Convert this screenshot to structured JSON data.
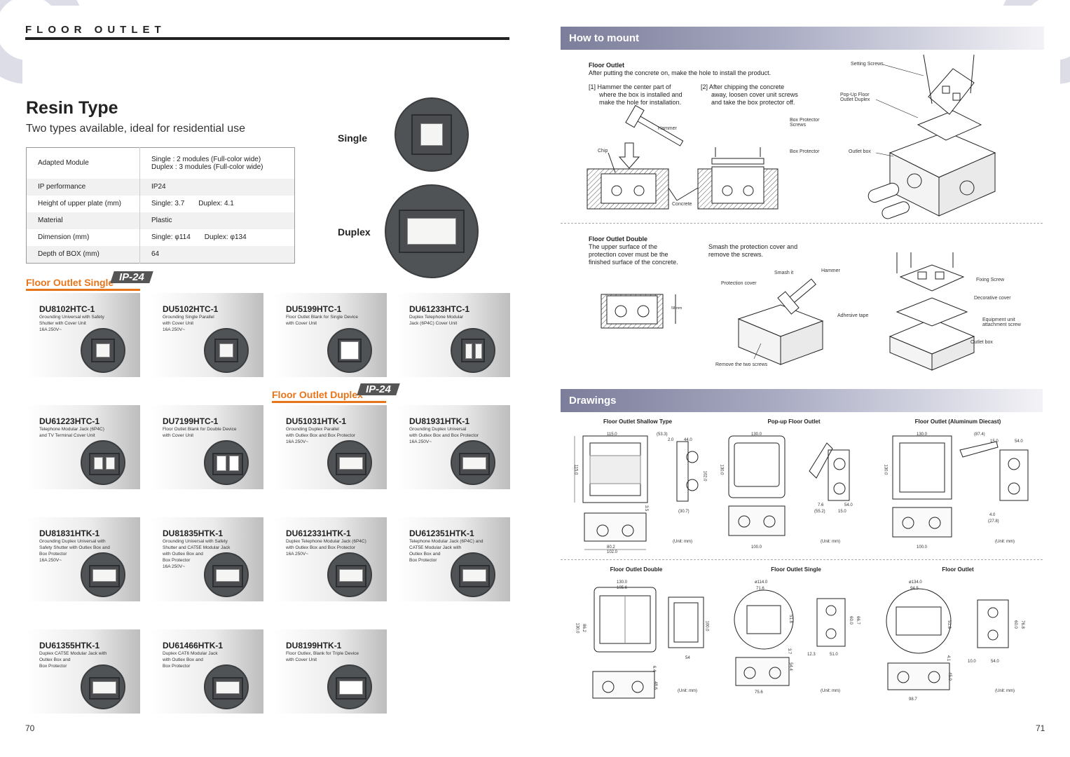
{
  "header": {
    "title": "FLOOR OUTLET"
  },
  "left": {
    "heading": "Resin Type",
    "subheading": "Two types available, ideal for residential use",
    "spec_table": [
      {
        "label": "Adapted Module",
        "value": "Single : 2 modules (Full-color wide)",
        "value2": "Duplex : 3 modules (Full-color wide)"
      },
      {
        "label": "IP performance",
        "value": "IP24",
        "value2": ""
      },
      {
        "label": "Height of upper plate (mm)",
        "value": "Single: 3.7",
        "value2": "Duplex: 4.1"
      },
      {
        "label": "Material",
        "value": "Plastic",
        "value2": ""
      },
      {
        "label": "Dimension (mm)",
        "value": "Single: φ114",
        "value2": "Duplex: φ134"
      },
      {
        "label": "Depth of BOX (mm)",
        "value": "64",
        "value2": ""
      }
    ],
    "hero": {
      "single_label": "Single",
      "duplex_label": "Duplex"
    },
    "section_single": {
      "label": "Floor Outlet Single",
      "badge": "IP-24"
    },
    "section_duplex": {
      "label": "Floor Outlet Duplex",
      "badge": "IP-24"
    },
    "products": [
      {
        "code": "DU8102HTC-1",
        "desc": "Grounding Universal with Safety\nShutter with Cover Unit\n16A 250V~"
      },
      {
        "code": "DU5102HTC-1",
        "desc": "Grounding Single Parallel\nwith Cover Unit\n16A 250V~"
      },
      {
        "code": "DU5199HTC-1",
        "desc": "Floor Outlet Blank for Single Device\nwith Cover Unit"
      },
      {
        "code": "DU61233HTC-1",
        "desc": "Duplex Telephone Modular\nJack (6P4C) Cover Unit"
      },
      {
        "code": "DU61223HTC-1",
        "desc": "Telephone Modular Jack (6P4C)\nand TV Terminal Cover Unit"
      },
      {
        "code": "DU7199HTC-1",
        "desc": "Floor Outlet Blank for Double Device\nwith Cover Unit"
      },
      {
        "code": "DU51031HTK-1",
        "desc": "Grounding Duplex Parallel\nwith Outlex Box and Box Protector\n16A 250V~"
      },
      {
        "code": "DU81931HTK-1",
        "desc": "Grounding Duplex Universal\nwith Outlex Box and Box Protector\n16A 250V~"
      },
      {
        "code": "DU81831HTK-1",
        "desc": "Grounding Duplex Universal with\nSafety Shutter with Outlex Box and\nBox Protector\n16A 250V~"
      },
      {
        "code": "DU81835HTK-1",
        "desc": "Grounding Universal with Safety\nShutter and CAT5E Modular Jack\nwith Outlex Box and\nBox Protector\n16A 250V~"
      },
      {
        "code": "DU612331HTK-1",
        "desc": "Duplex Telephone Modular Jack (6P4C)\nwith Outlex Box and Box Protector\n16A 250V~"
      },
      {
        "code": "DU612351HTK-1",
        "desc": "Telephone Modular Jack (6P4C) and\nCAT5E Modular Jack with\nOutlex Box and\nBox Protector"
      },
      {
        "code": "DU61355HTK-1",
        "desc": "Duplex CAT5E Modular Jack with\nOutlex Box and\nBox Protector"
      },
      {
        "code": "DU61466HTK-1",
        "desc": "Duplex CAT6 Modular Jack\nwith Outlex Box and\nBox Protector"
      },
      {
        "code": "DU8199HTK-1",
        "desc": "Floor Outlex, Blank for Triple Device\nwith Cover Unit"
      }
    ],
    "page_number": "70"
  },
  "right": {
    "mount_title": "How to mount",
    "floor_outlet": {
      "title": "Floor Outlet",
      "intro": "After putting the concrete on, make the hole to install the product.",
      "step1": "[1] Hammer the center part of\n      where the box is installed and\n      make the hole for installation.",
      "step2": "[2] After chipping the concrete\n      away, loosen cover unit screws\n      and take the box protector off.",
      "labels": {
        "hammer": "Hammer",
        "chip": "Chip",
        "concrete": "Concrete",
        "box_protector_screws": "Box Protector\nScrews",
        "box_protector": "Box Protector",
        "setting_screws": "Setting Screws",
        "popup": "Pop-Up Floor\nOutlet Duplex",
        "outlet_box": "Outlet box"
      }
    },
    "floor_outlet_double": {
      "title": "Floor Outlet Double",
      "text1": "The upper surface of the\nprotection cover must be the\nfinished surface of the concrete.",
      "text2": "Smash the protection cover and\nremove the screws.",
      "labels": {
        "smash": "Smash it",
        "hammer": "Hammer",
        "protection_cover": "Protection cover",
        "remove_screws": "Remove the two screws",
        "dim58": "58 mm",
        "fixing_screw": "Fixing Screw",
        "decorative_cover": "Decorative cover",
        "adhesive_tape": "Adhesive tape",
        "equipment_screw": "Equipment unit\nattachment screw",
        "outlet_box": "Outlet box"
      }
    },
    "drawings_title": "Drawings",
    "drawings": [
      {
        "title": "Floor Outlet Shallow Type",
        "unit": "(Unit: mm)",
        "dims": [
          "115.0",
          "(53.3)",
          "2.0",
          "44.0",
          "115.0",
          "102.0",
          "3.5",
          "(30.7)",
          "80.2",
          "102.0"
        ]
      },
      {
        "title": "Pop-up Floor Outlet",
        "unit": "(Unit: mm)",
        "dims": [
          "130.0",
          "130.0",
          "100.0",
          "7.6",
          "54.0",
          "(55.2)",
          "15.0"
        ]
      },
      {
        "title": "Floor Outlet (Aluminum Diecast)",
        "unit": "(Unit: mm)",
        "dims": [
          "130.0",
          "(87.4)",
          "15.0",
          "54.0",
          "130.0",
          "100.0",
          "4.0",
          "(27.8)"
        ]
      },
      {
        "title": "Floor Outlet Double",
        "unit": "(Unit: mm)",
        "dims": [
          "130.0",
          "105.6",
          "130.0",
          "86.2",
          "100.0",
          "54",
          "6.4",
          "48.6"
        ]
      },
      {
        "title": "Floor Outlet Single",
        "unit": "(Unit: mm)",
        "dims": [
          "ø114.0",
          "71.6",
          "51.8",
          "12.3",
          "51.0",
          "60.0",
          "66.7",
          "3.7",
          "54.4",
          "75.6"
        ]
      },
      {
        "title": "Floor Outlet",
        "unit": "(Unit: mm)",
        "dims": [
          "ø134.0",
          "94.5",
          "51.8",
          "10.0",
          "54.0",
          "4.1",
          "60.0",
          "76.8",
          "45.0",
          "98.7"
        ]
      }
    ],
    "page_number": "71"
  }
}
